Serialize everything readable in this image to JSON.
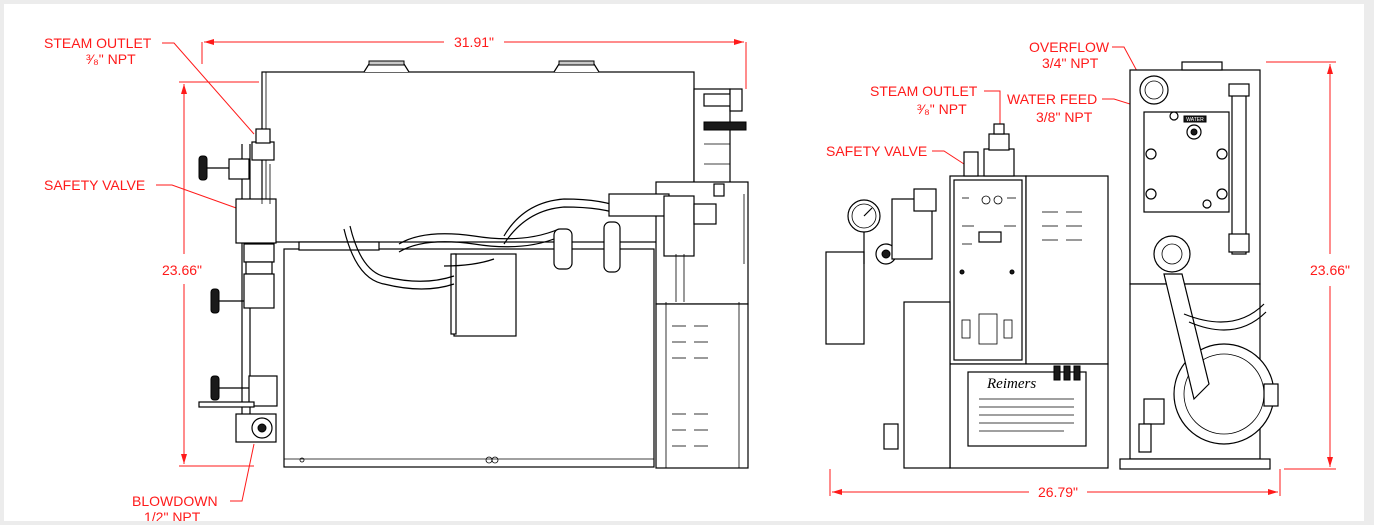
{
  "side_view": {
    "labels": {
      "steam_outlet": "STEAM OUTLET",
      "steam_outlet_size": "³⁄₈\" NPT",
      "safety_valve": "SAFETY VALVE",
      "blowdown": "BLOWDOWN",
      "blowdown_size": "1/2\" NPT"
    },
    "dimensions": {
      "width": "31.91\"",
      "height": "23.66\""
    }
  },
  "front_view": {
    "labels": {
      "steam_outlet": "STEAM OUTLET",
      "steam_outlet_size": "³⁄₈\" NPT",
      "safety_valve": "SAFETY VALVE",
      "water_feed": "WATER FEED",
      "water_feed_size": "3/8\" NPT",
      "overflow": "OVERFLOW",
      "overflow_size": "3/4\" NPT",
      "brand": "Reimers",
      "panel_tag": "WATER"
    },
    "dimensions": {
      "width": "26.79\"",
      "height": "23.66\""
    }
  },
  "colors": {
    "dimension": "#ff1a1a",
    "line": "#000000",
    "frame": "#ececec"
  }
}
